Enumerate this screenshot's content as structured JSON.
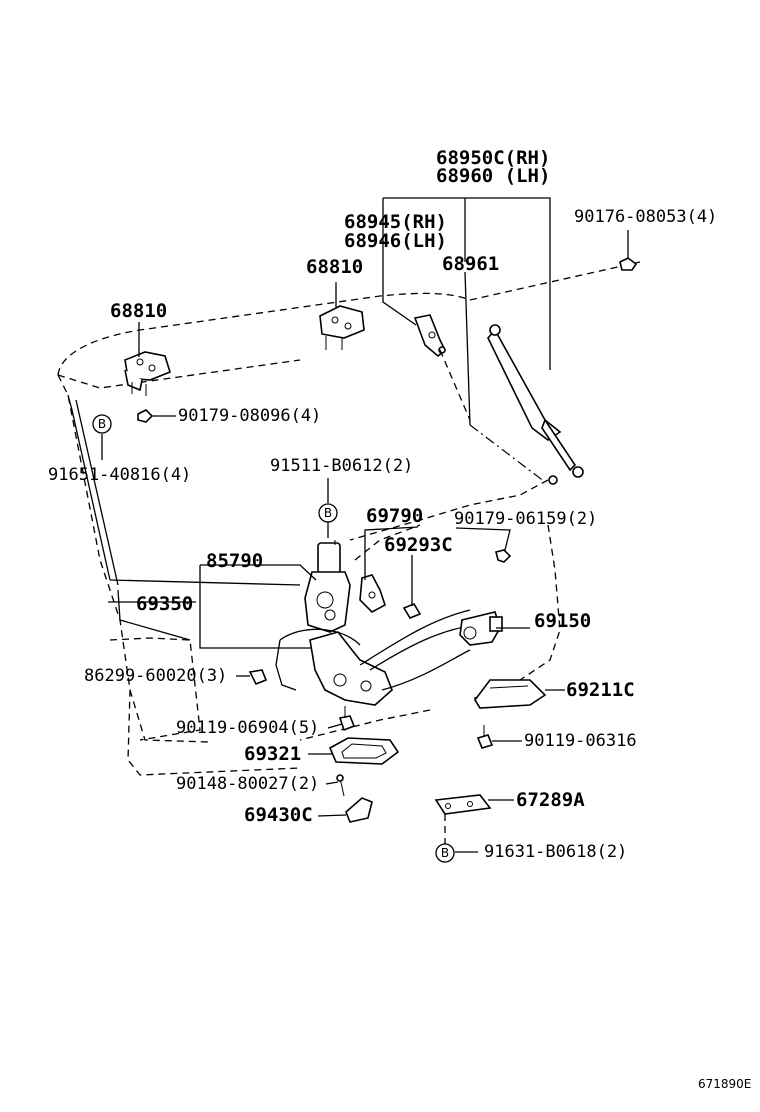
{
  "labels": {
    "p68950c": "68950C(RH)",
    "p68960": "68960  (LH)",
    "p68945": "68945(RH)",
    "p68946": "68946(LH)",
    "p68961": "68961",
    "p90176": "90176-08053(4)",
    "p68810a": "68810",
    "p68810b": "68810",
    "p90179a": "90179-08096(4)",
    "p91651": "91651-40816(4)",
    "p91511": "91511-B0612(2)",
    "p69790": "69790",
    "p90179b": "90179-06159(2)",
    "p69293c": "69293C",
    "p85790": "85790",
    "p69350": "69350",
    "p69150": "69150",
    "p86299": "86299-60020(3)",
    "p69211c": "69211C",
    "p90119a": "90119-06904(5)",
    "p90119b": "90119-06316",
    "p69321": "69321",
    "p90148": "90148-80027(2)",
    "p67289a": "67289A",
    "p69430c": "69430C",
    "p91631": "91631-B0618(2)",
    "ref_code": "671890E"
  },
  "badges": {
    "b1": "B",
    "b2": "B",
    "b3": "B"
  }
}
